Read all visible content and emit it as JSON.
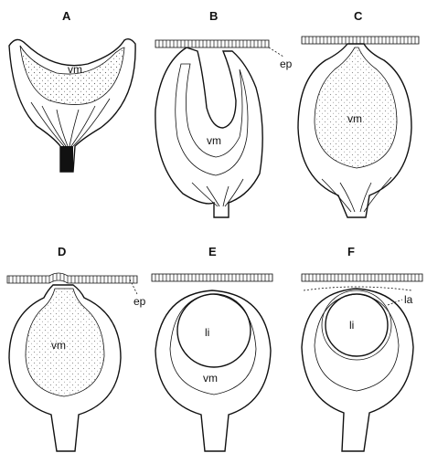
{
  "panels": [
    {
      "letter": "A",
      "labels": [
        "vm"
      ]
    },
    {
      "letter": "B",
      "labels": [
        "vm",
        "ep"
      ]
    },
    {
      "letter": "C",
      "labels": [
        "vm"
      ]
    },
    {
      "letter": "D",
      "labels": [
        "vm",
        "ep"
      ]
    },
    {
      "letter": "E",
      "labels": [
        "li",
        "vm"
      ]
    },
    {
      "letter": "F",
      "labels": [
        "li",
        "la"
      ]
    }
  ],
  "colors": {
    "ink": "#111111",
    "paper": "#ffffff"
  }
}
